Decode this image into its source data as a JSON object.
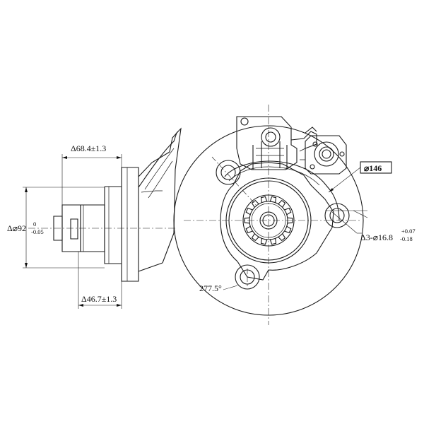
{
  "dimensions": {
    "length_top": "Δ68.4±1.3",
    "length_bottom": "Δ46.7±1.3",
    "pilot_diameter_main": "Δ⌀92",
    "pilot_diameter_upper_tol": "0",
    "pilot_diameter_lower_tol": "-0.05",
    "outer_diameter": "⌀146",
    "bolt_holes_main": "Δ3-⌀16.8",
    "bolt_holes_upper_tol": "+0.07",
    "bolt_holes_lower_tol": "-0.18",
    "angle": "277.5°"
  }
}
